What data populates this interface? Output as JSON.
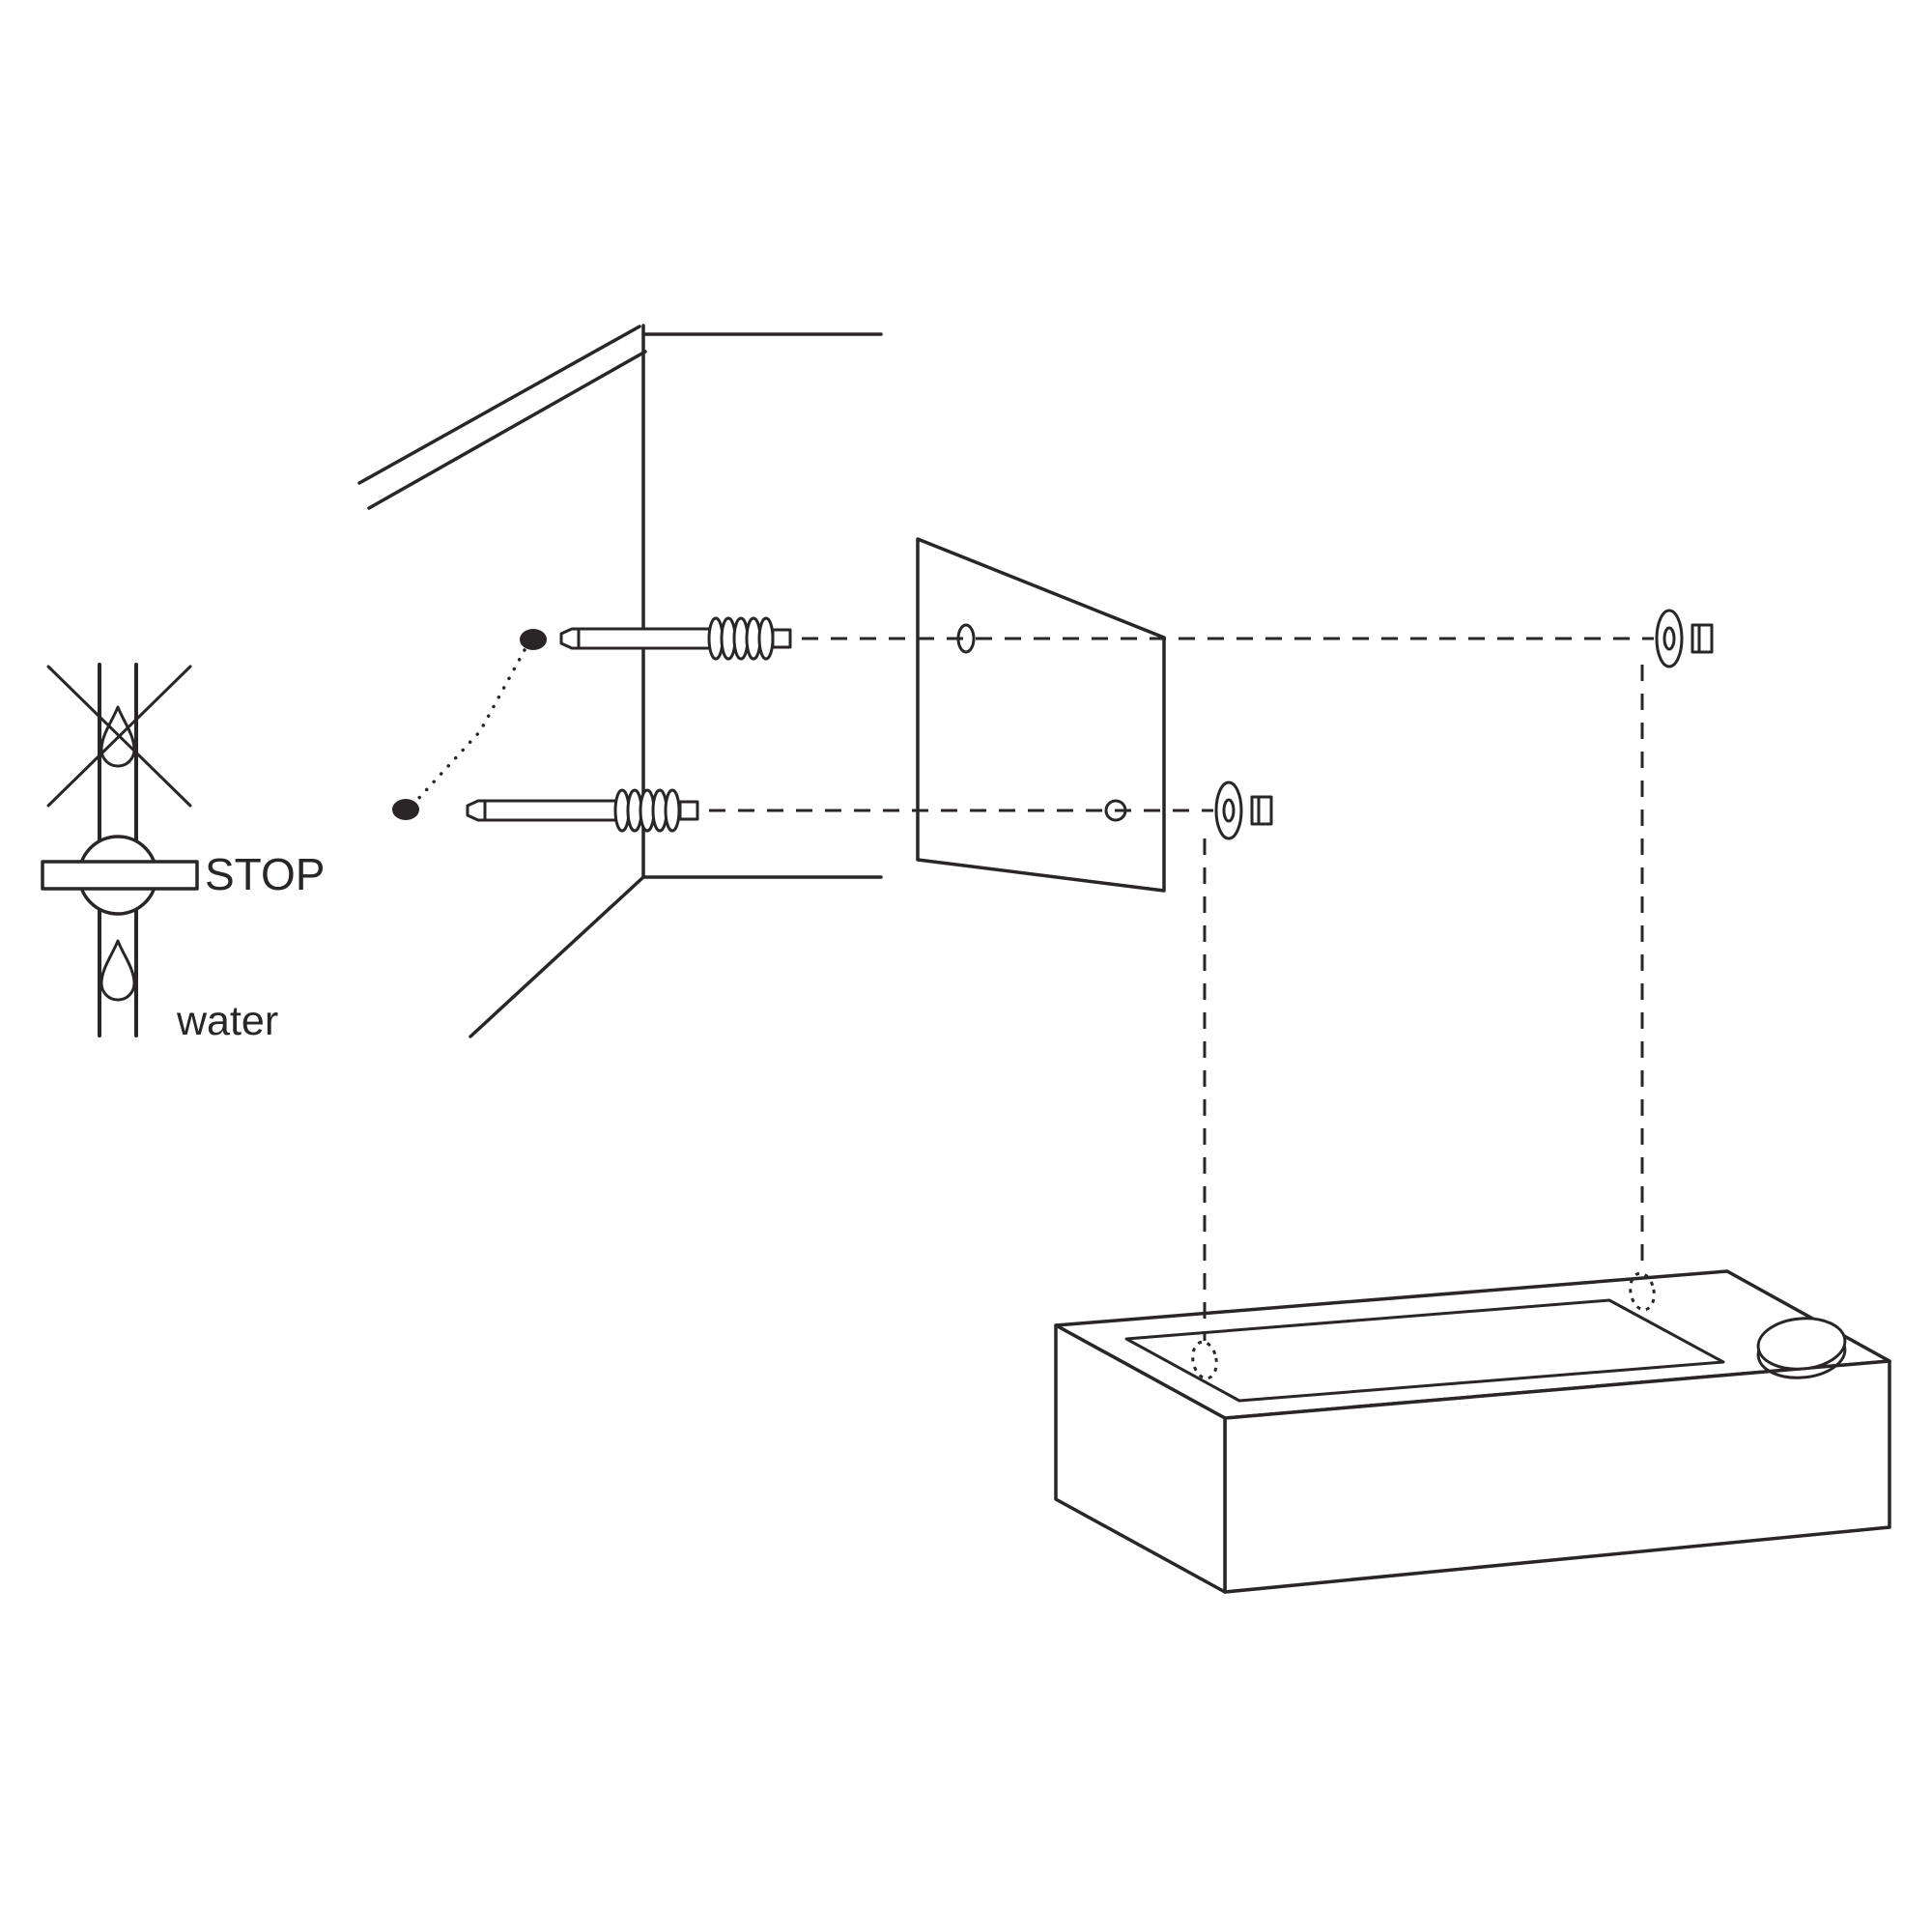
{
  "labels": {
    "stop": "STOP",
    "water": "water"
  },
  "colors": {
    "line": "#2a2627",
    "background": "#ffffff"
  },
  "diagram": {
    "type": "basin-wall-installation-exploded-view",
    "parts": [
      "water-stop-valve-symbol",
      "wall-corner",
      "drill-hole-marks",
      "wall-anchor-top",
      "wall-anchor-bottom",
      "mounting-bracket-plate",
      "washer-nut-middle",
      "washer-nut-right",
      "alignment-guides",
      "wash-basin",
      "faucet-hole",
      "basin-mounting-holes"
    ]
  }
}
